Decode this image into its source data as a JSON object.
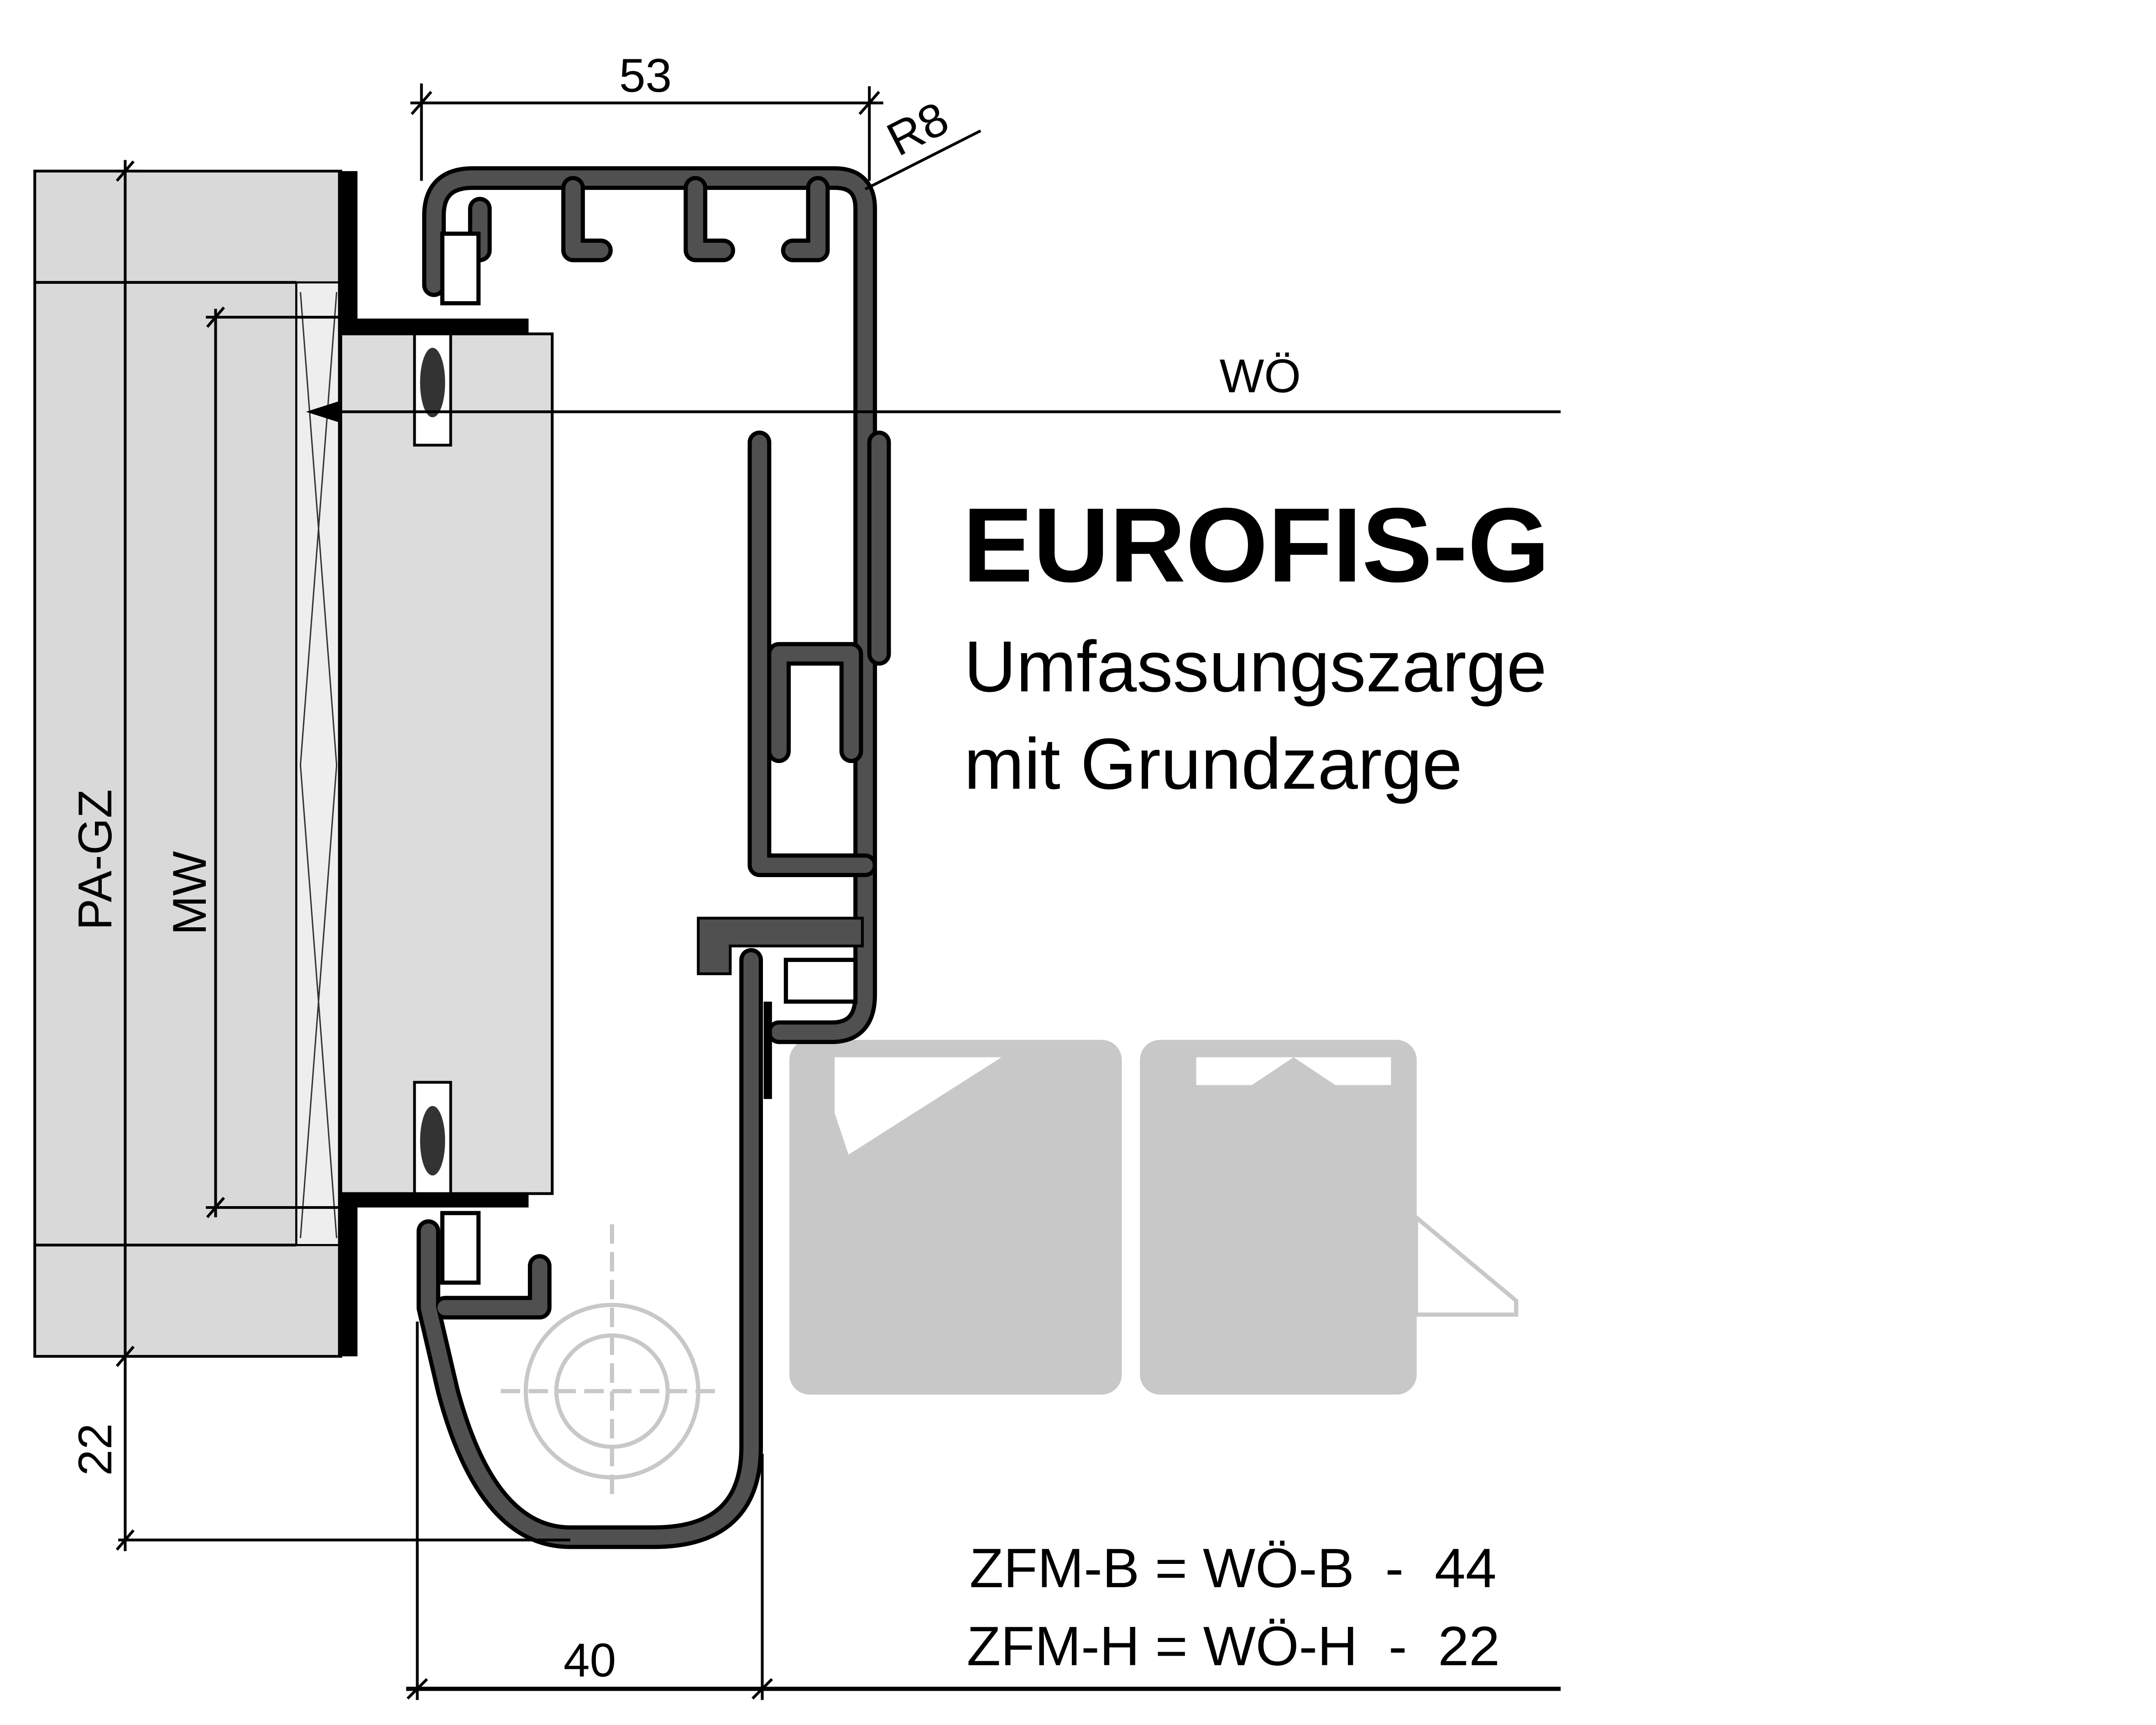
{
  "title": "EUROFIS-G",
  "subtitle_lines": [
    "Umfassungszarge",
    "mit Grundzarge"
  ],
  "dimensions": {
    "top_width": "53",
    "radius": "R8",
    "bottom_width": "40",
    "reveal": "22",
    "pa_gz": "PA-GZ",
    "mw": "MW",
    "wo": "WÖ"
  },
  "formulas": [
    "ZFM-B = WÖ-B  -  44",
    "ZFM-H = WÖ-H  -  22"
  ],
  "colors": {
    "profile": "#505050",
    "wall": "#d9d9d9",
    "ghost_parts": "#c8c8c8"
  }
}
